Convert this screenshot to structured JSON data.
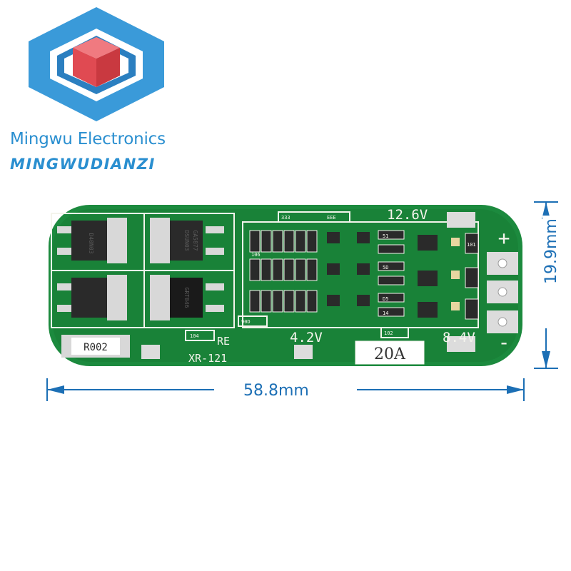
{
  "brand": {
    "name": "Mingwu Electronics",
    "pinyin": "MINGWUDIANZI",
    "colors": {
      "outer": "#3a9ad9",
      "inner": "#2b7fc0",
      "cube_front": "#e04a52",
      "cube_top": "#f07a80"
    }
  },
  "board": {
    "model": "XR-121",
    "labels": {
      "v126": "12.6V",
      "v42": "4.2V",
      "v84": "8.4V",
      "current": "20A",
      "shunt": "R002",
      "re": "RE",
      "plus": "+",
      "minus": "-"
    },
    "chips": {
      "top_left_mosfet": "D40N03",
      "mid_mosfet_a": "DSUN03",
      "mid_mosfet_b": "GA5877",
      "bottom_mosfet": "GRT046"
    },
    "resistor_codes": {
      "r333": "333",
      "eee": "EEE",
      "r104": "104",
      "r106": "106",
      "r90d": "90D",
      "r102": "102",
      "r51": "51",
      "r5d": "5D",
      "rd5": "D5",
      "r14": "14",
      "r101": "101"
    },
    "colors": {
      "pcb": "#1c8a3e",
      "pcb_dark": "#146e30",
      "silk": "#f4f4ec",
      "pad": "#dcdcdc",
      "chip": "#2a2a2a"
    }
  },
  "dimensions": {
    "width": "58.8mm",
    "height": "19.9mm",
    "color": "#1c6fb5"
  }
}
